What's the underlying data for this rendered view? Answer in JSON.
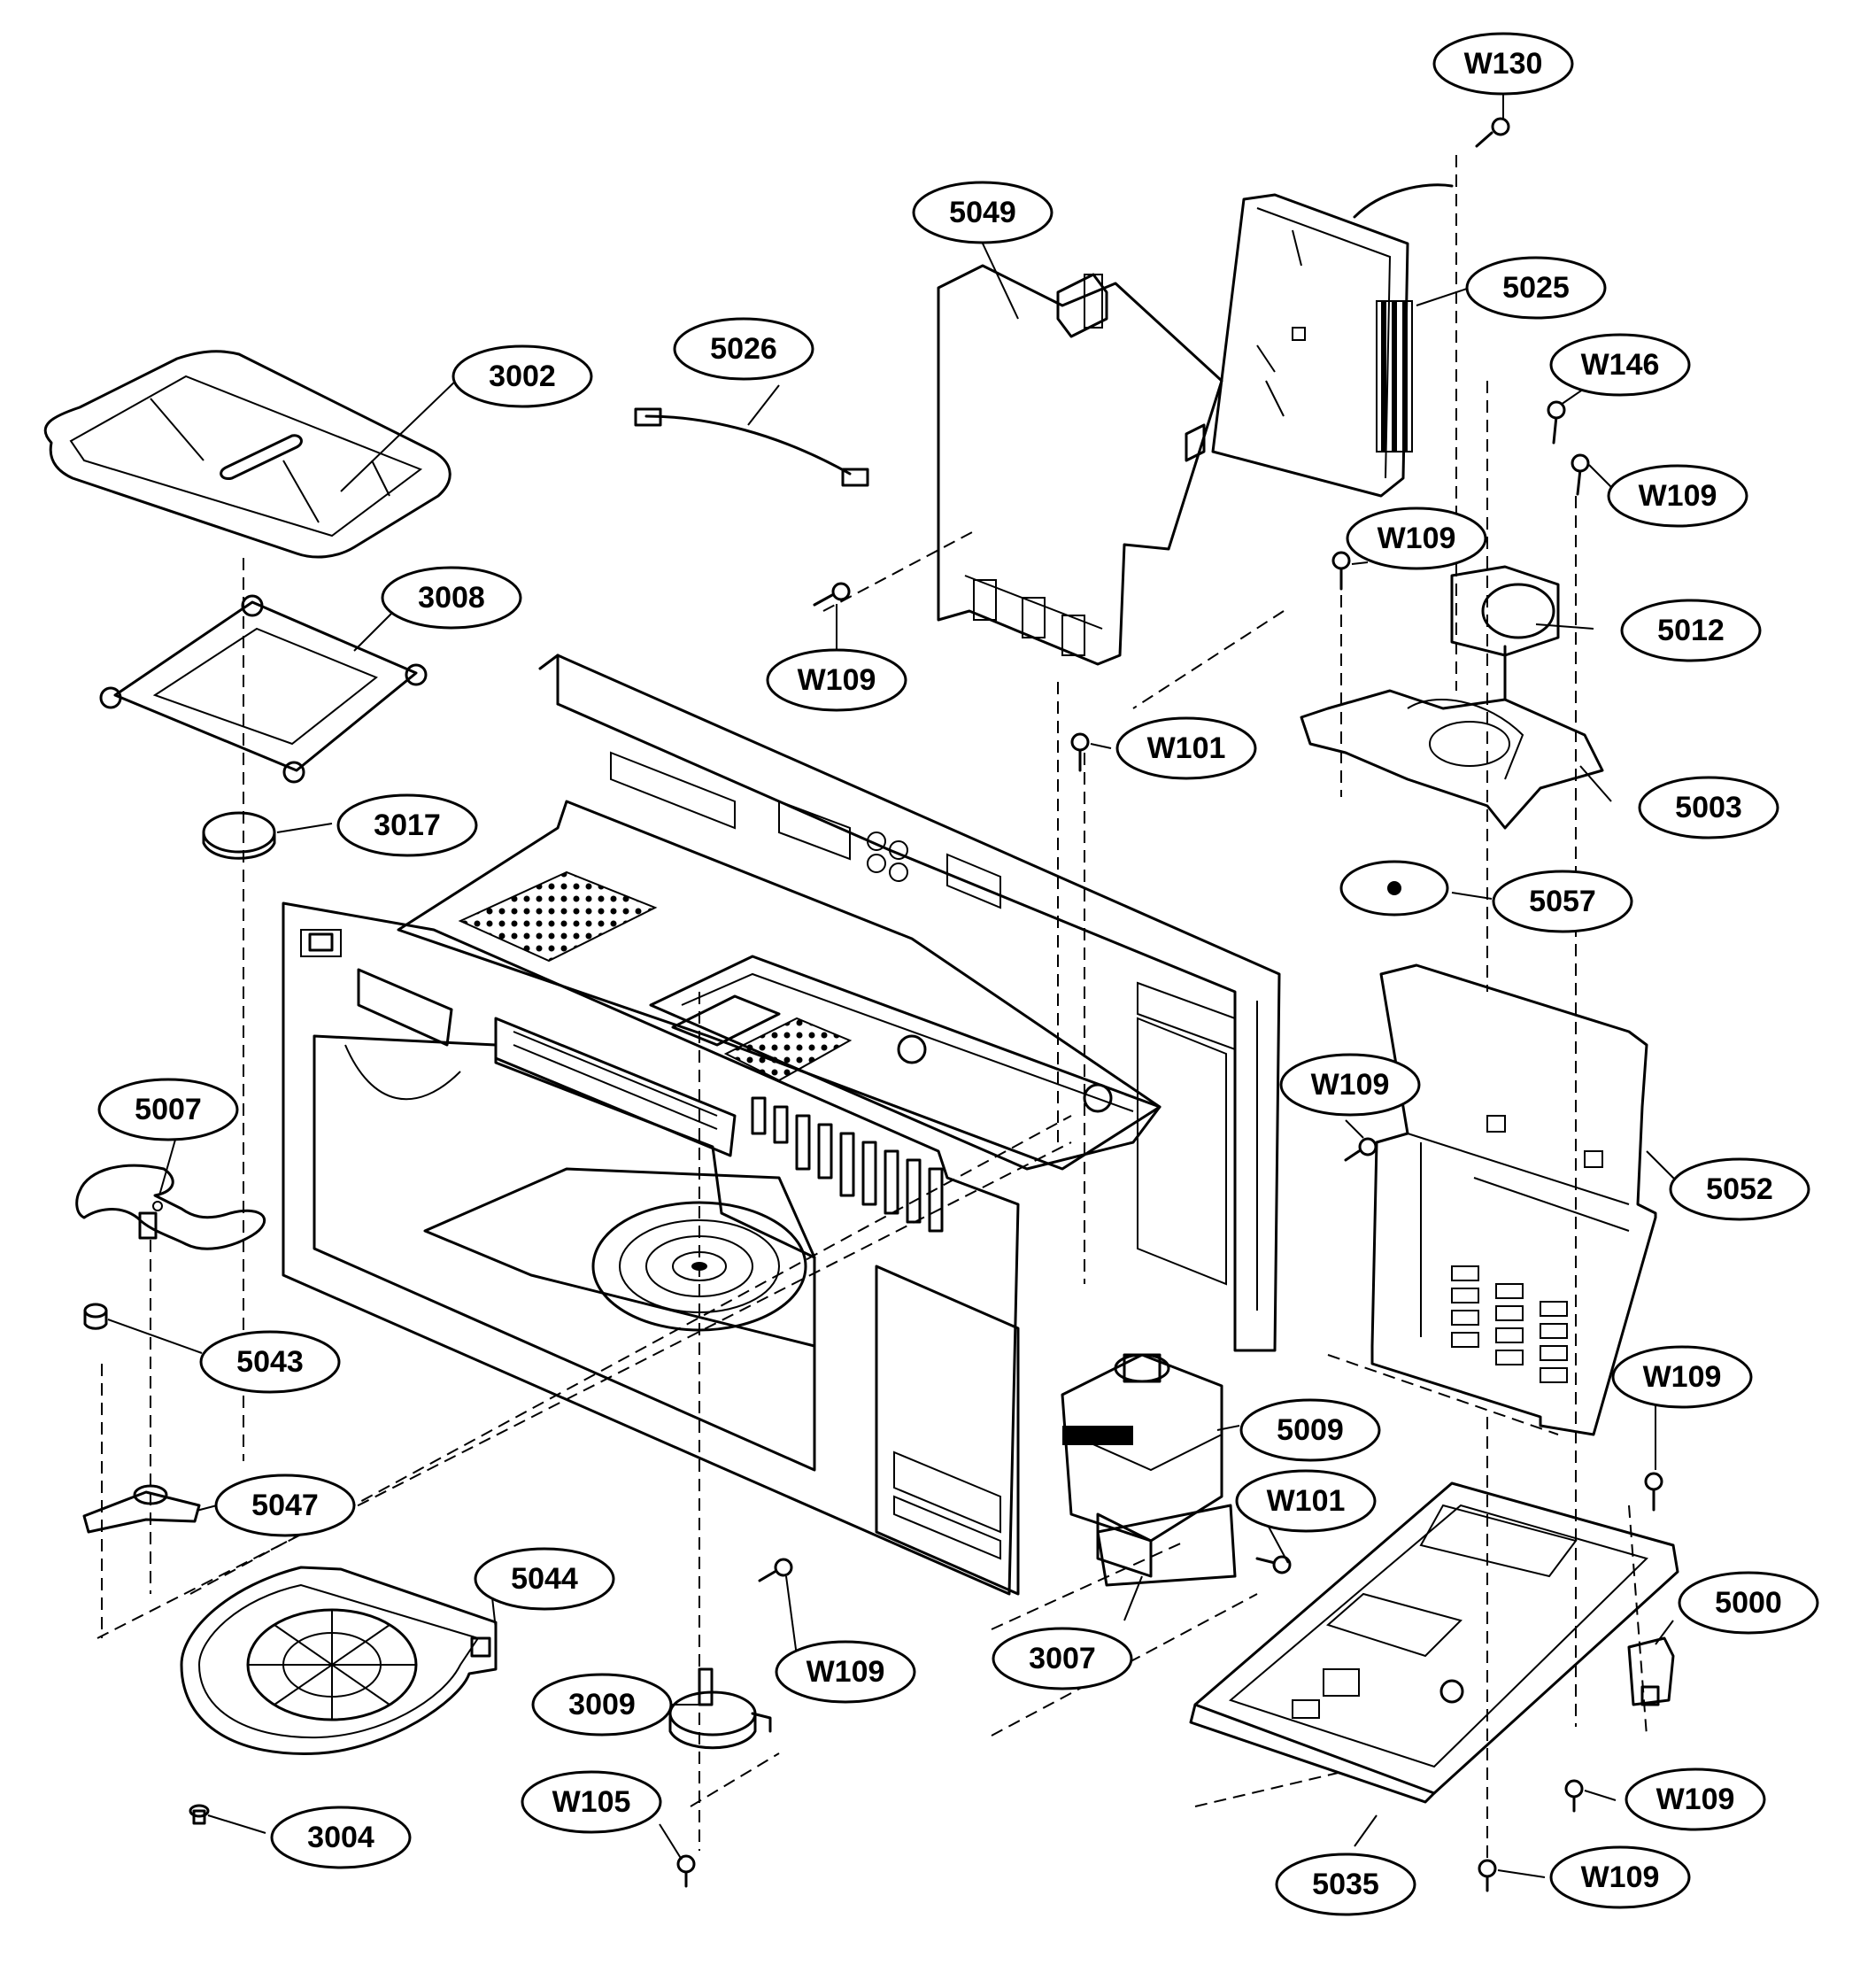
{
  "diagram": {
    "callouts": [
      {
        "key": "W130",
        "label": "W130"
      },
      {
        "key": "5049",
        "label": "5049"
      },
      {
        "key": "5025",
        "label": "5025"
      },
      {
        "key": "5026",
        "label": "5026"
      },
      {
        "key": "3002",
        "label": "3002"
      },
      {
        "key": "W146",
        "label": "W146"
      },
      {
        "key": "W109a",
        "label": "W109"
      },
      {
        "key": "W109b",
        "label": "W109"
      },
      {
        "key": "3008",
        "label": "3008"
      },
      {
        "key": "W109c",
        "label": "W109"
      },
      {
        "key": "5012",
        "label": "5012"
      },
      {
        "key": "W101a",
        "label": "W101"
      },
      {
        "key": "5003",
        "label": "5003"
      },
      {
        "key": "3017",
        "label": "3017"
      },
      {
        "key": "5057",
        "label": "5057"
      },
      {
        "key": "W109d",
        "label": "W109"
      },
      {
        "key": "5007",
        "label": "5007"
      },
      {
        "key": "5052",
        "label": "5052"
      },
      {
        "key": "5043",
        "label": "5043"
      },
      {
        "key": "W109e",
        "label": "W109"
      },
      {
        "key": "5009",
        "label": "5009"
      },
      {
        "key": "W101b",
        "label": "W101"
      },
      {
        "key": "5047",
        "label": "5047"
      },
      {
        "key": "5044",
        "label": "5044"
      },
      {
        "key": "5000",
        "label": "5000"
      },
      {
        "key": "W109f",
        "label": "W109"
      },
      {
        "key": "3007",
        "label": "3007"
      },
      {
        "key": "3009",
        "label": "3009"
      },
      {
        "key": "W105",
        "label": "W105"
      },
      {
        "key": "W109g",
        "label": "W109"
      },
      {
        "key": "3004",
        "label": "3004"
      },
      {
        "key": "5035",
        "label": "5035"
      },
      {
        "key": "W109h",
        "label": "W109"
      }
    ]
  }
}
